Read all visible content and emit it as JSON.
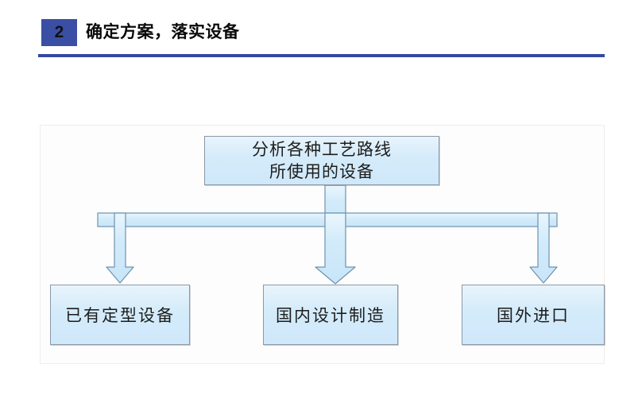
{
  "slide": {
    "section_number": "2",
    "title": "确定方案，落实设备",
    "accent_color": "#3449a0",
    "badge_color": "#3a4fa4"
  },
  "diagram": {
    "type": "flowchart",
    "orientation": "top-down",
    "node_fill": "#cfe8fa",
    "node_border": "#8b98a6",
    "connector_fill": "#cfe8fa",
    "connector_border": "#6d93ad",
    "root": {
      "name": "analysis-node",
      "lines": [
        "分析各种工艺路线",
        "所使用的设备"
      ]
    },
    "branches": [
      {
        "name": "existing-equipment",
        "label": "已有定型设备"
      },
      {
        "name": "domestic-manufacture",
        "label": "国内设计制造"
      },
      {
        "name": "foreign-import",
        "label": "国外进口"
      }
    ]
  }
}
